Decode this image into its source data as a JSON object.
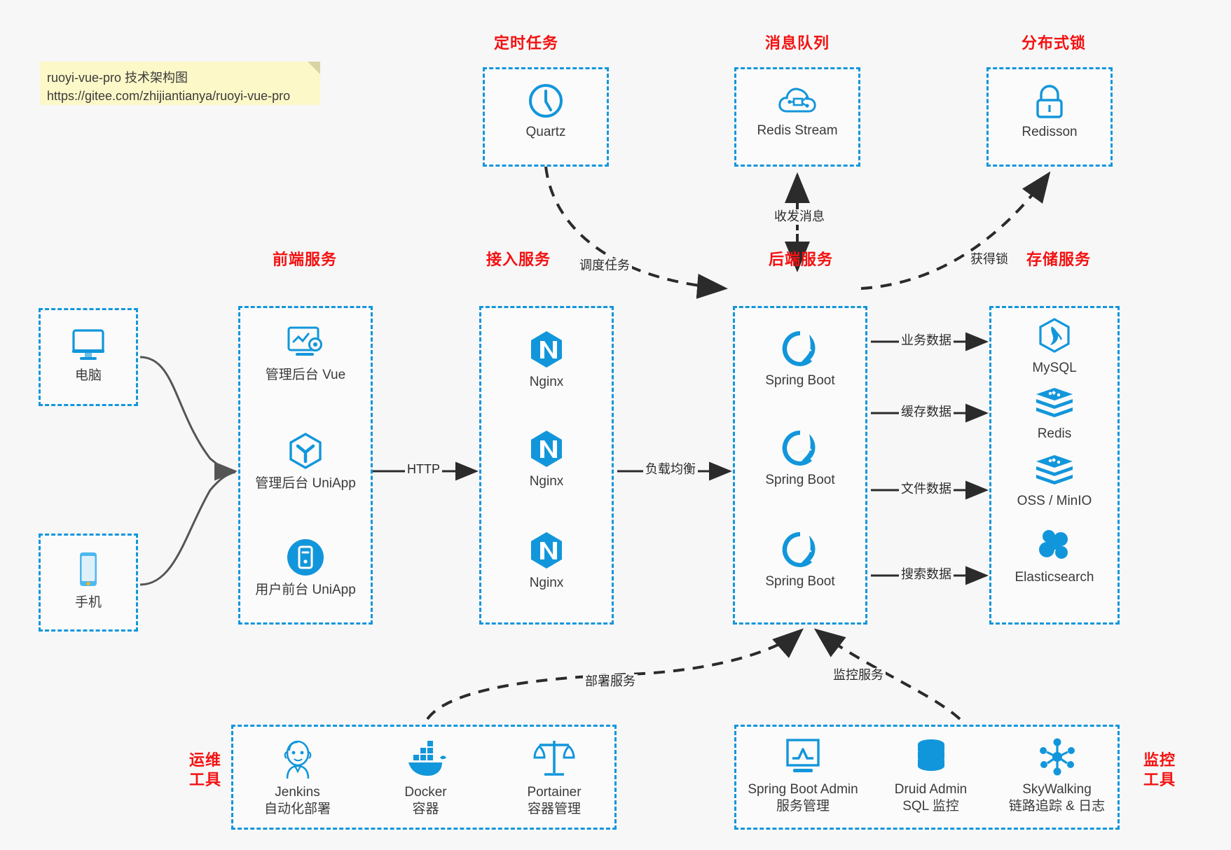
{
  "note": {
    "line1": "ruoyi-vue-pro 技术架构图",
    "line2": "https://gitee.com/zhijiantianya/ruoyi-vue-pro"
  },
  "groups": {
    "scheduled_task": "定时任务",
    "message_queue": "消息队列",
    "distributed_lock": "分布式锁",
    "frontend_service": "前端服务",
    "gateway_service": "接入服务",
    "backend_service": "后端服务",
    "storage_service": "存储服务",
    "ops_tools_l1": "运维",
    "ops_tools_l2": "工具",
    "monitor_tools_l1": "监控",
    "monitor_tools_l2": "工具"
  },
  "nodes": {
    "quartz": "Quartz",
    "redis_stream": "Redis Stream",
    "redisson": "Redisson",
    "computer": "电脑",
    "phone": "手机",
    "admin_vue": "管理后台 Vue",
    "admin_uniapp": "管理后台 UniApp",
    "user_uniapp": "用户前台 UniApp",
    "nginx1": "Nginx",
    "nginx2": "Nginx",
    "nginx3": "Nginx",
    "springboot1": "Spring Boot",
    "springboot2": "Spring Boot",
    "springboot3": "Spring Boot",
    "mysql": "MySQL",
    "redis": "Redis",
    "oss_minio": "OSS / MinIO",
    "elasticsearch": "Elasticsearch",
    "jenkins": {
      "name": "Jenkins",
      "desc": "自动化部署"
    },
    "docker": {
      "name": "Docker",
      "desc": "容器"
    },
    "portainer": {
      "name": "Portainer",
      "desc": "容器管理"
    },
    "spring_boot_admin": {
      "name": "Spring Boot Admin",
      "desc": "服务管理"
    },
    "druid_admin": {
      "name": "Druid Admin",
      "desc": "SQL 监控"
    },
    "skywalking": {
      "name": "SkyWalking",
      "desc": "链路追踪 & 日志"
    }
  },
  "edges": {
    "http": "HTTP",
    "load_balance": "负载均衡",
    "schedule_task": "调度任务",
    "send_receive_message": "收发消息",
    "acquire_lock": "获得锁",
    "business_data": "业务数据",
    "cache_data": "缓存数据",
    "file_data": "文件数据",
    "search_data": "搜索数据",
    "deploy_service": "部署服务",
    "monitor_service": "监控服务"
  },
  "colors": {
    "accent_blue": "#1296db",
    "title_red": "#f41111",
    "note_yellow": "#fcf8c8",
    "arrow_gray": "#4d4d4d",
    "background": "#f7f7f7"
  }
}
